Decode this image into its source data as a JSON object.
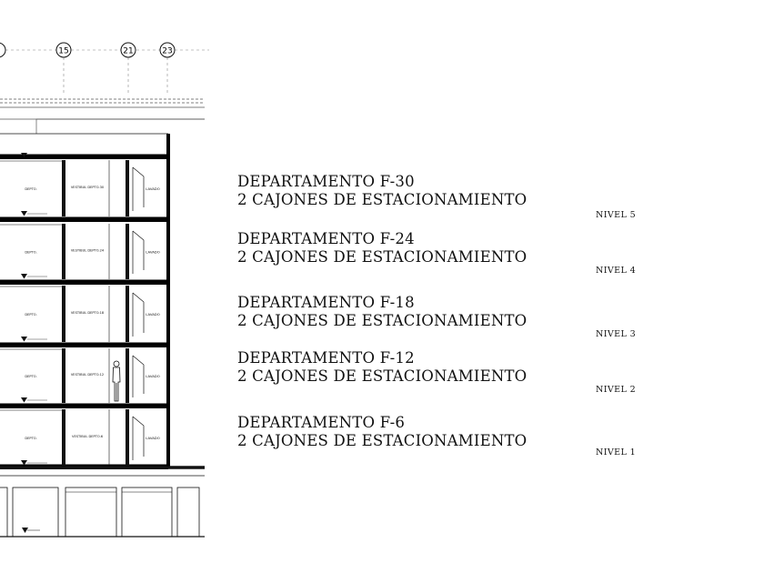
{
  "grid_axes": [
    "15",
    "21",
    "23"
  ],
  "floors": [
    {
      "level_label": "NIVEL 5",
      "department": "DEPARTAMENTO F-30",
      "parking": "2 CAJONES DE ESTACIONAMIENTO",
      "room_left": "DEPTO.",
      "vestibule": "VESTIBUL DEPTO.30",
      "laundry": "LAVADO"
    },
    {
      "level_label": "NIVEL 4",
      "department": "DEPARTAMENTO F-24",
      "parking": "2 CAJONES DE ESTACIONAMIENTO",
      "room_left": "DEPTO.",
      "vestibule": "VESTIBUL DEPTO.24",
      "laundry": "LAVADO"
    },
    {
      "level_label": "NIVEL 3",
      "department": "DEPARTAMENTO F-18",
      "parking": "2 CAJONES DE ESTACIONAMIENTO",
      "room_left": "DEPTO.",
      "vestibule": "VESTIBUL DEPTO.18",
      "laundry": "LAVADO"
    },
    {
      "level_label": "NIVEL 2",
      "department": "DEPARTAMENTO F-12",
      "parking": "2 CAJONES DE ESTACIONAMIENTO",
      "room_left": "DEPTO.",
      "vestibule": "VESTIBUL DEPTO.12",
      "laundry": "LAVADO"
    },
    {
      "level_label": "NIVEL 1",
      "department": "DEPARTAMENTO F-6",
      "parking": "2 CAJONES DE ESTACIONAMIENTO",
      "room_left": "DEPTO.",
      "vestibule": "VESTIBUL DEPTO.6",
      "laundry": "LAVADO"
    }
  ],
  "colors": {
    "line": "#111111",
    "slab": "#000000",
    "dash": "#888888"
  }
}
